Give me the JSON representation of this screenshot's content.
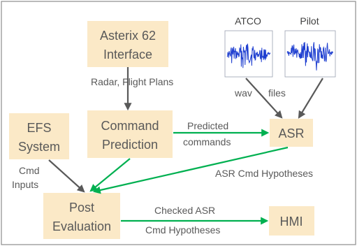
{
  "boxes": {
    "asterix_line1": "Asterix 62",
    "asterix_line2": "Interface",
    "efs_line1": "EFS",
    "efs_line2": "System",
    "command_line1": "Command",
    "command_line2": "Prediction",
    "asr": "ASR",
    "post_line1": "Post",
    "post_line2": "Evaluation",
    "hmi": "HMI"
  },
  "waveforms": {
    "atco_title": "ATCO",
    "pilot_title": "Pilot"
  },
  "labels": {
    "radar_flight_plans": "Radar, Flight Plans",
    "wav": "wav",
    "files": "files",
    "predicted": "Predicted",
    "commands": "commands",
    "cmd": "Cmd",
    "inputs": "Inputs",
    "asr_cmd_hypotheses": "ASR Cmd Hypotheses",
    "checked_asr": "Checked ASR",
    "cmd_hypotheses": "Cmd Hypotheses"
  },
  "colors": {
    "box_fill": "#fbe9c7",
    "text": "#595959",
    "grey_arrow": "#595959",
    "green_arrow": "#00b050",
    "waveform": "#1f3fd0"
  }
}
